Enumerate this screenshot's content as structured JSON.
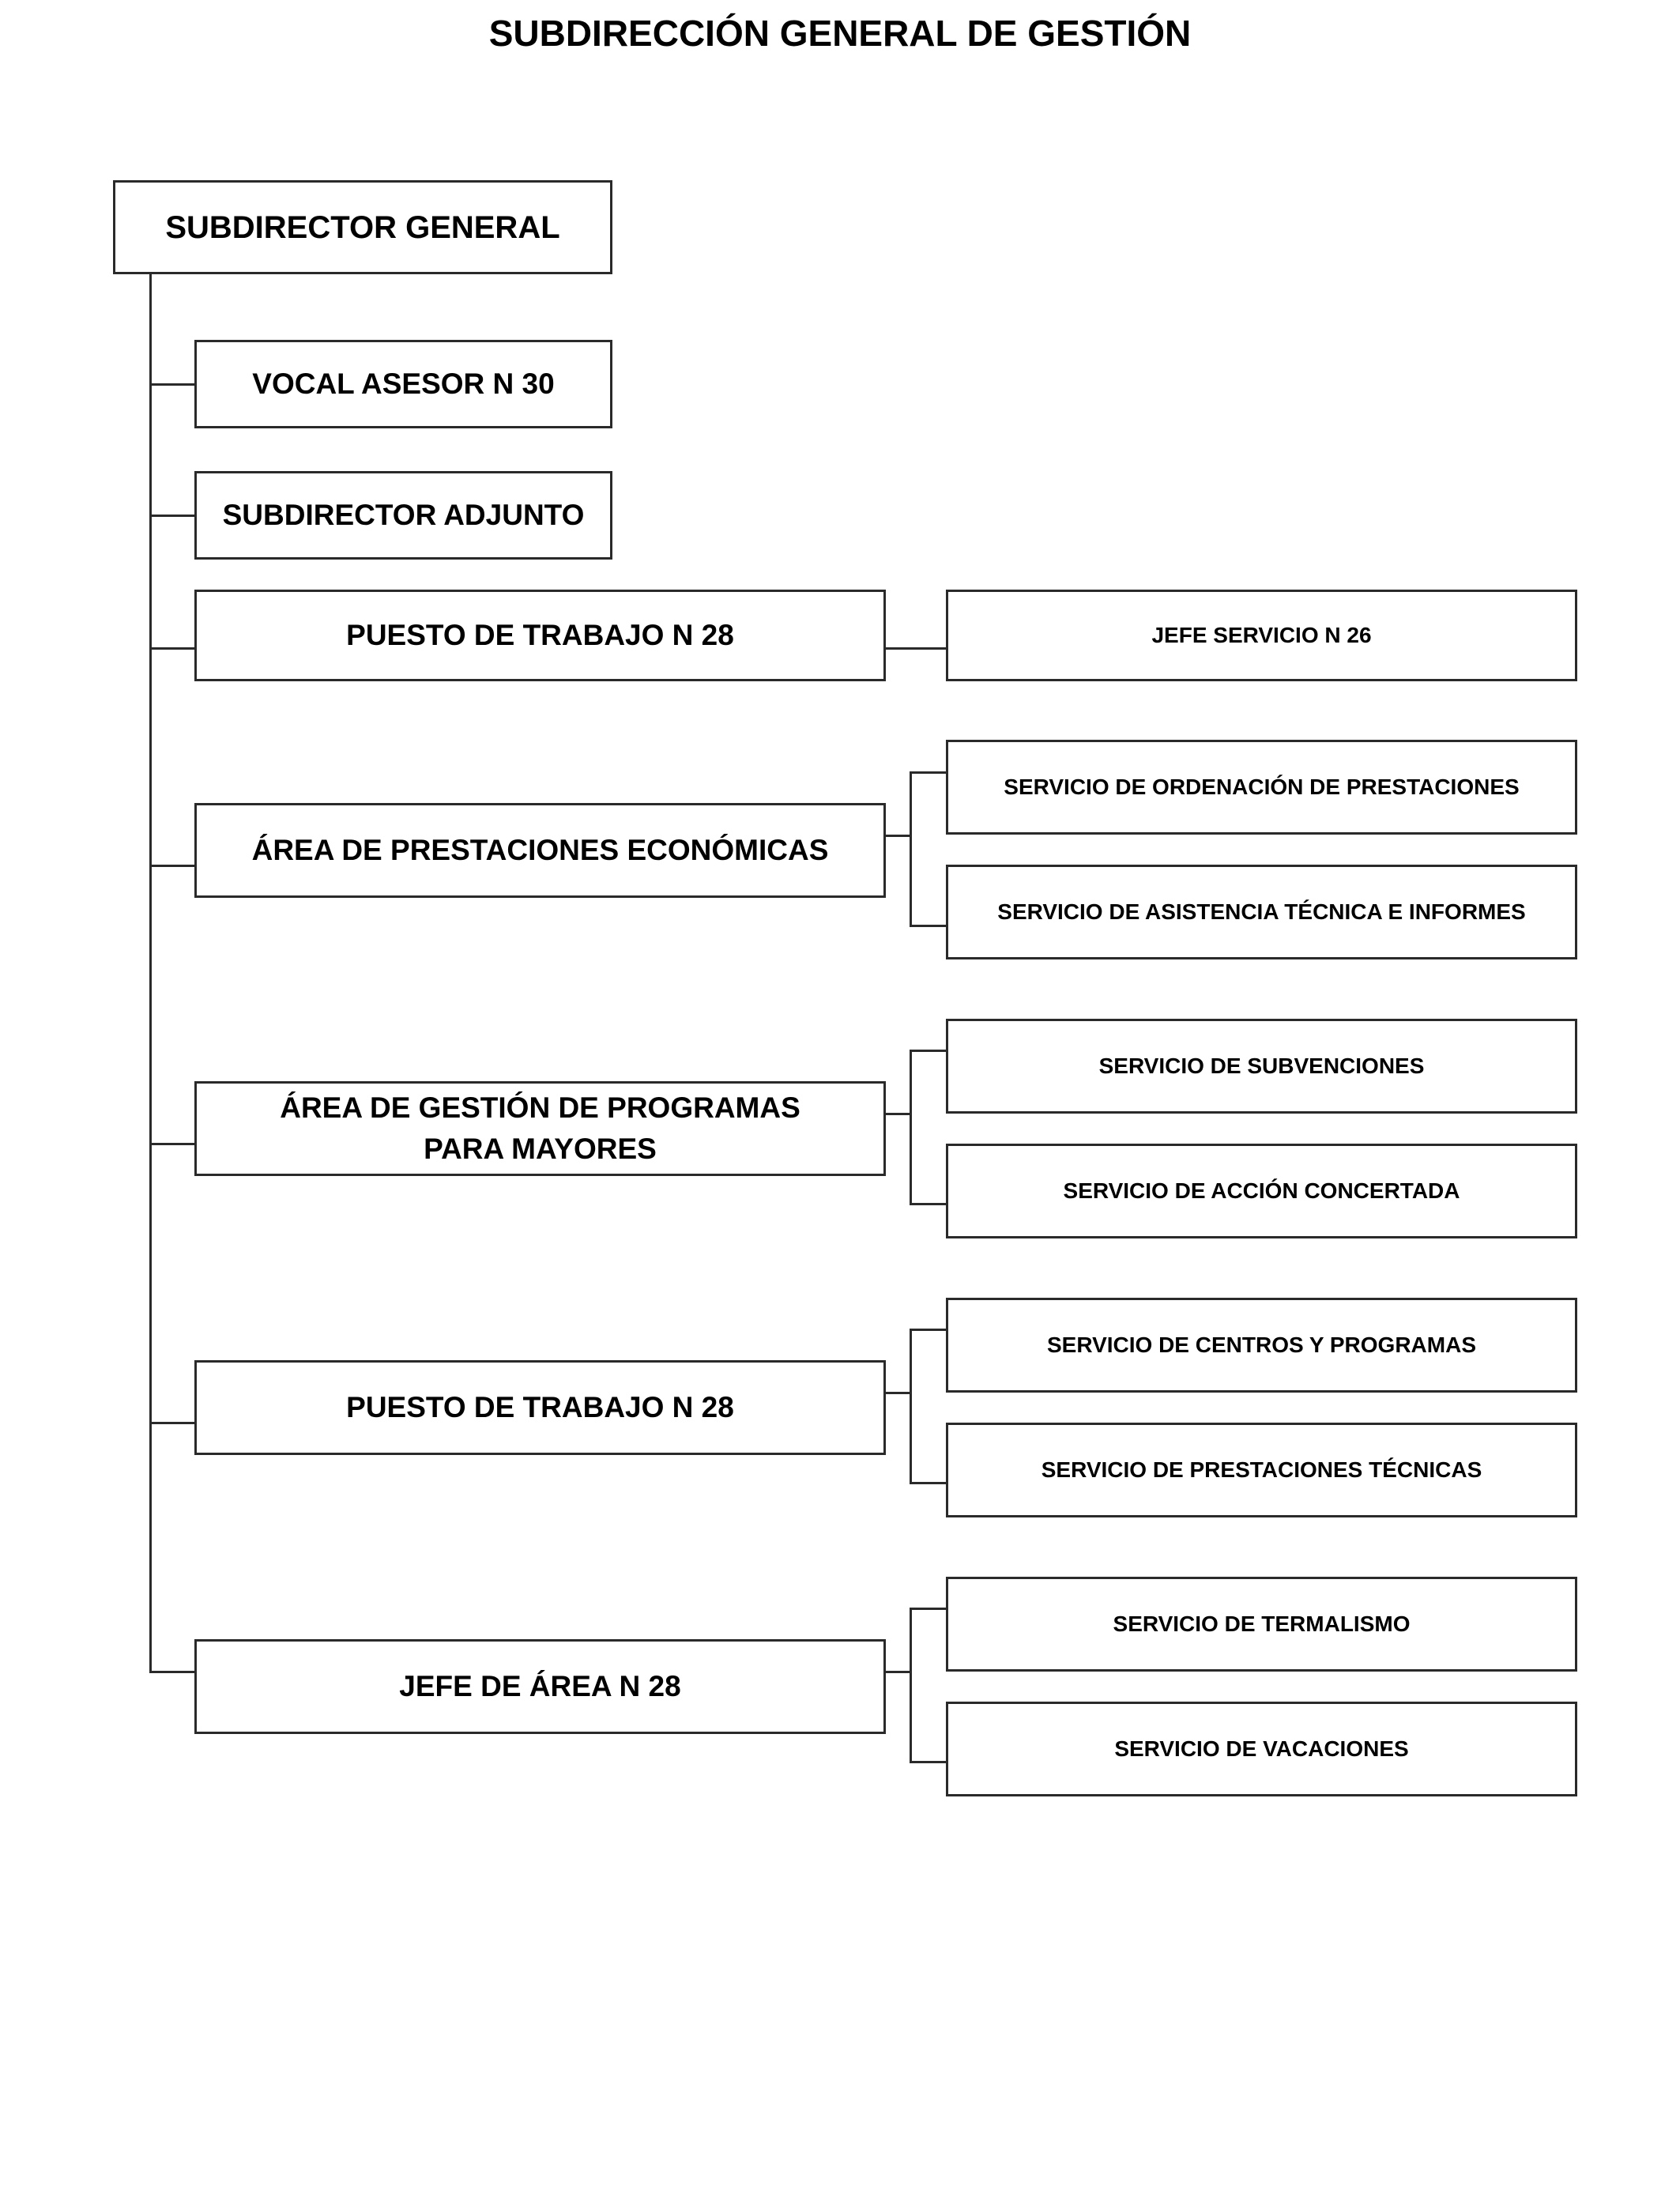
{
  "title": "SUBDIRECCIÓN GENERAL DE GESTIÓN",
  "root": "SUBDIRECTOR GENERAL",
  "staff": [
    "VOCAL ASESOR N 30",
    "SUBDIRECTOR ADJUNTO"
  ],
  "units": [
    {
      "label": "PUESTO DE TRABAJO N 28",
      "children": [
        "JEFE SERVICIO N 26"
      ]
    },
    {
      "label": "ÁREA DE PRESTACIONES ECONÓMICAS",
      "children": [
        "SERVICIO DE ORDENACIÓN DE PRESTACIONES",
        "SERVICIO DE ASISTENCIA TÉCNICA E INFORMES"
      ]
    },
    {
      "label": "ÁREA DE GESTIÓN DE PROGRAMAS PARA MAYORES",
      "children": [
        "SERVICIO DE SUBVENCIONES",
        "SERVICIO DE ACCIÓN CONCERTADA"
      ]
    },
    {
      "label": "PUESTO DE TRABAJO N 28",
      "children": [
        "SERVICIO DE CENTROS Y PROGRAMAS",
        "SERVICIO DE PRESTACIONES TÉCNICAS"
      ]
    },
    {
      "label": "JEFE DE ÁREA N 28",
      "children": [
        "SERVICIO DE TERMALISMO",
        "SERVICIO DE VACACIONES"
      ]
    }
  ]
}
